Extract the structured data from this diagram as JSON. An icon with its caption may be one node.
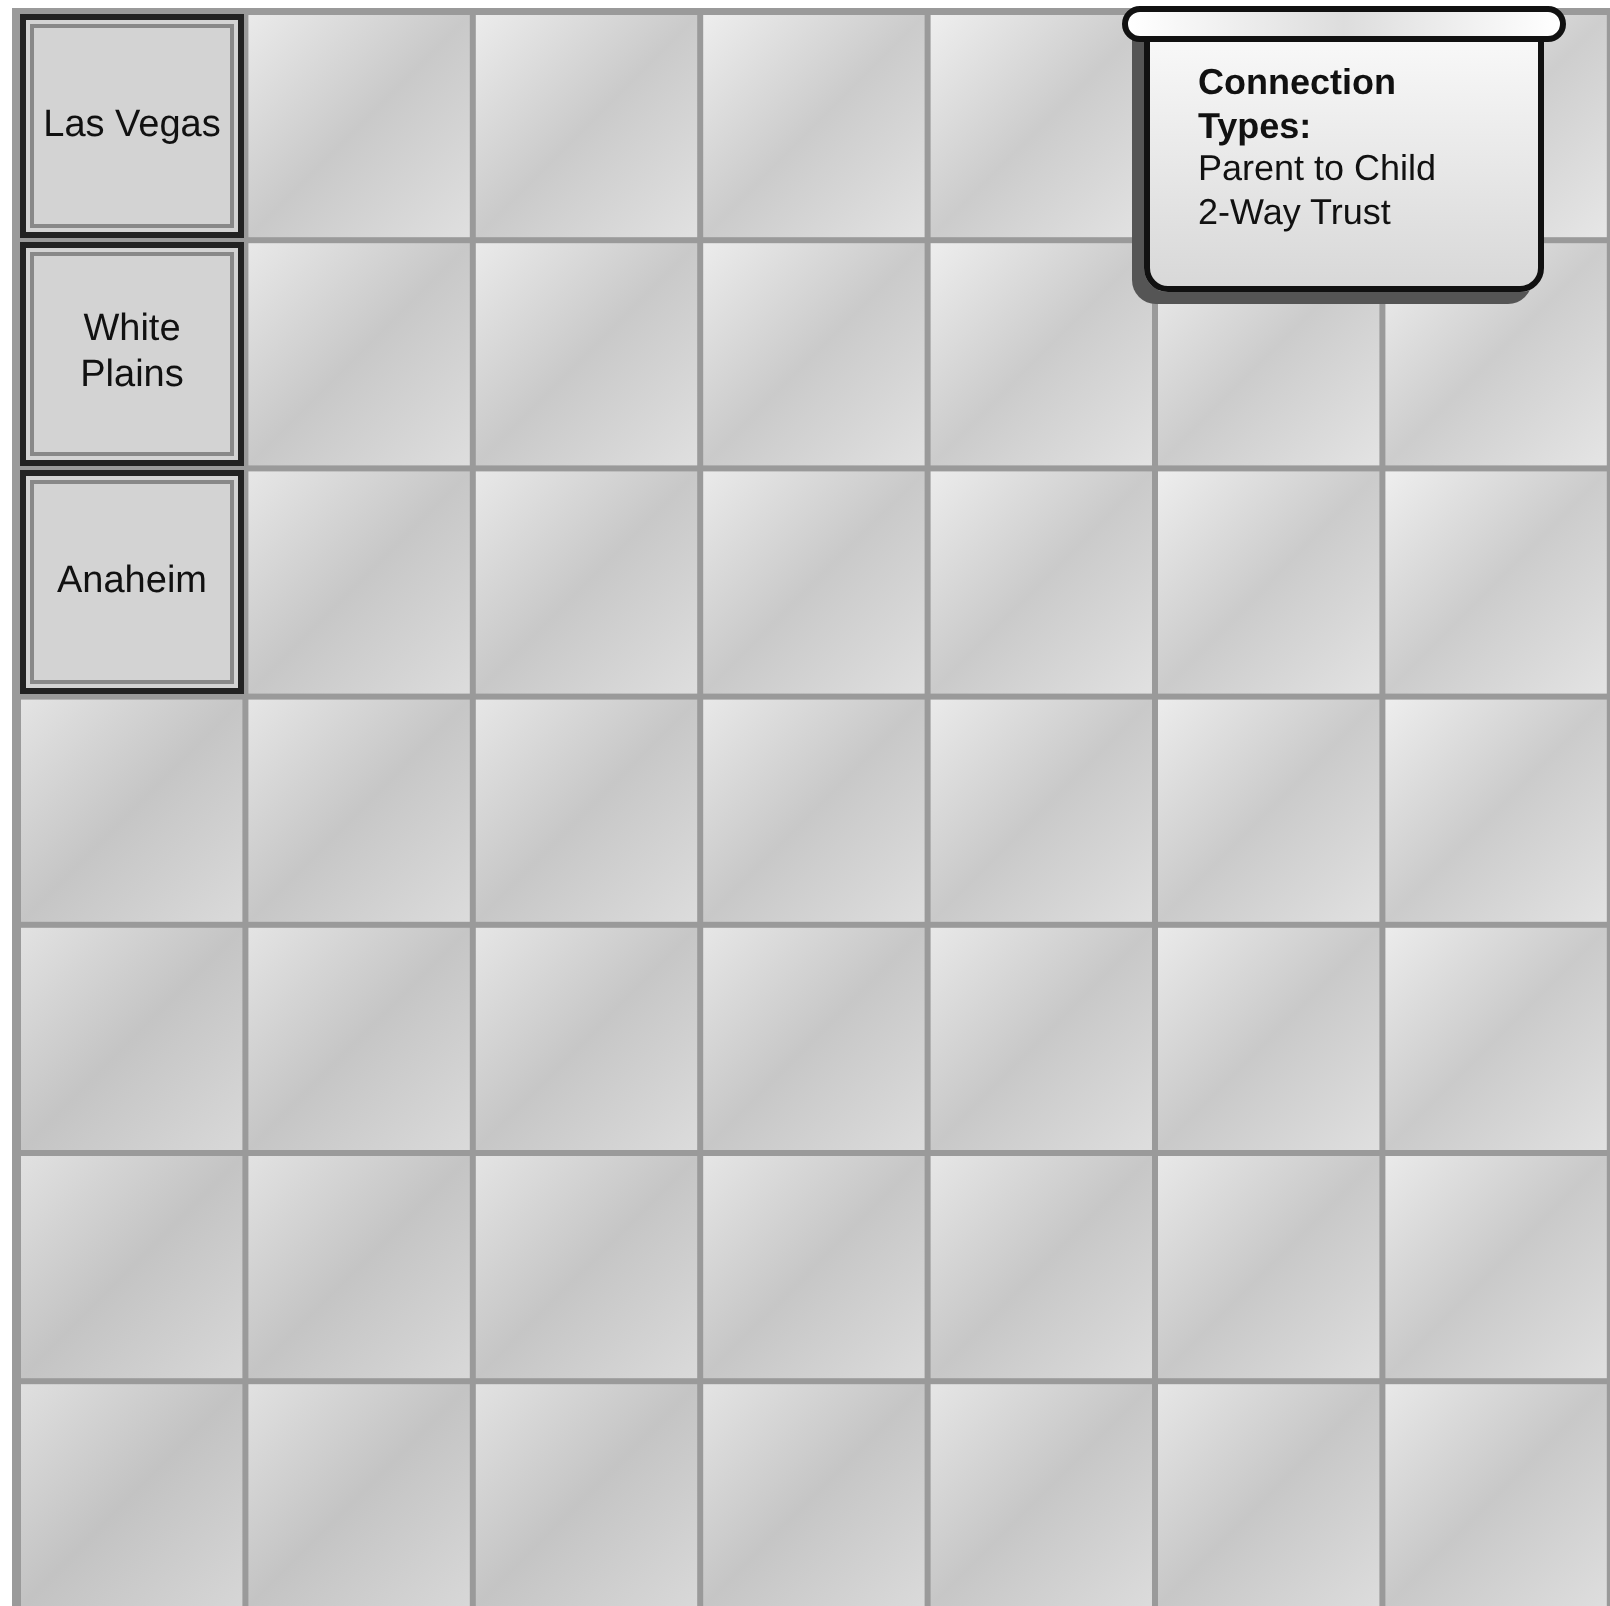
{
  "diagram": {
    "nodes": [
      {
        "text": [
          "Las Vegas"
        ]
      },
      {
        "text": [
          "White Plains"
        ]
      },
      {
        "text": [
          "Anaheim"
        ]
      },
      {
        "text": [
          "Connection Types:",
          "Parent to Child",
          "2-Way Trust"
        ]
      }
    ]
  }
}
